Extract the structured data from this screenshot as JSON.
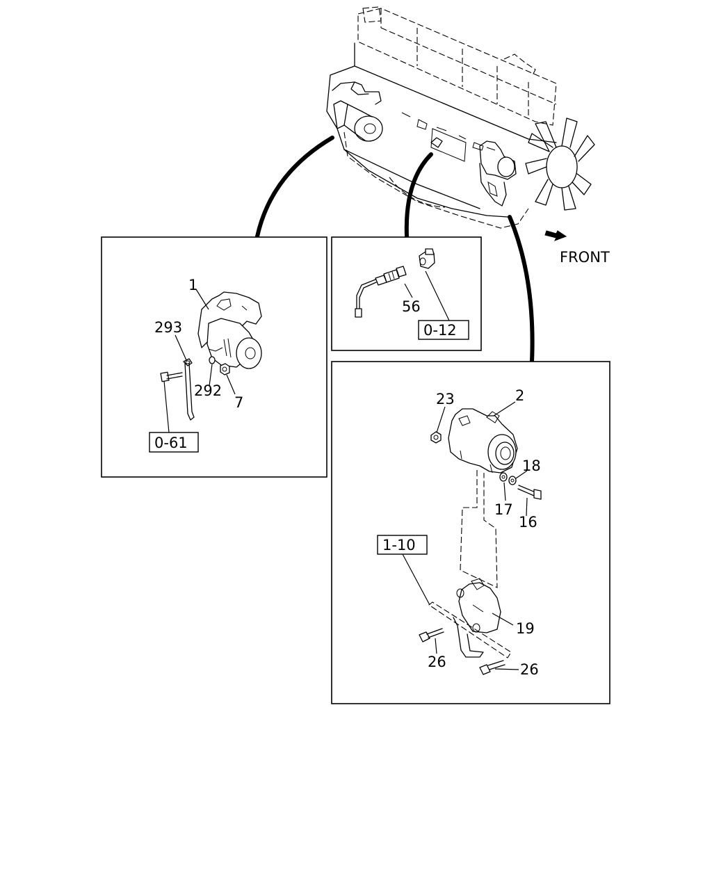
{
  "direction_label": "FRONT",
  "panels": {
    "starter": {
      "part_labels": [
        "1",
        "293",
        "292",
        "7"
      ],
      "ref_box": "0-61"
    },
    "sensor": {
      "part_labels": [
        "56"
      ],
      "ref_box": "0-12"
    },
    "alternator": {
      "part_labels": [
        "23",
        "2",
        "18",
        "17",
        "16",
        "19",
        "26",
        "26"
      ],
      "ref_box": "1-10"
    }
  }
}
